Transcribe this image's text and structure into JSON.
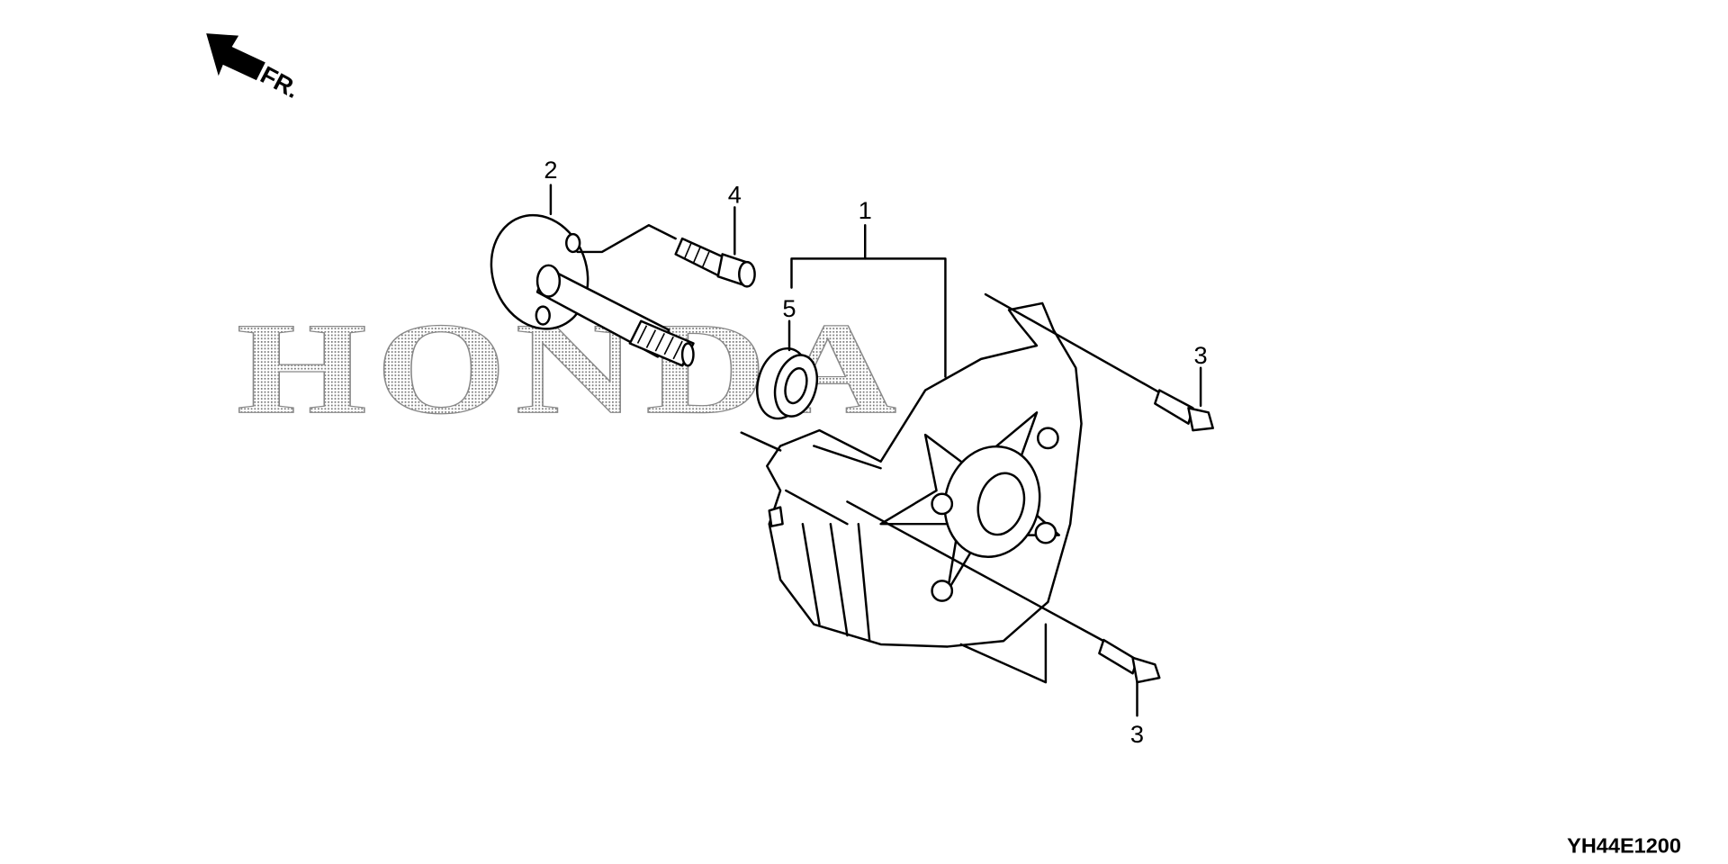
{
  "diagram": {
    "direction_label": "FR.",
    "watermark": "HONDA",
    "diagram_code": "YH44E1200",
    "callouts": {
      "part1": "1",
      "part2": "2",
      "part3_upper": "3",
      "part3_lower": "3",
      "part4": "4",
      "part5": "5"
    }
  }
}
